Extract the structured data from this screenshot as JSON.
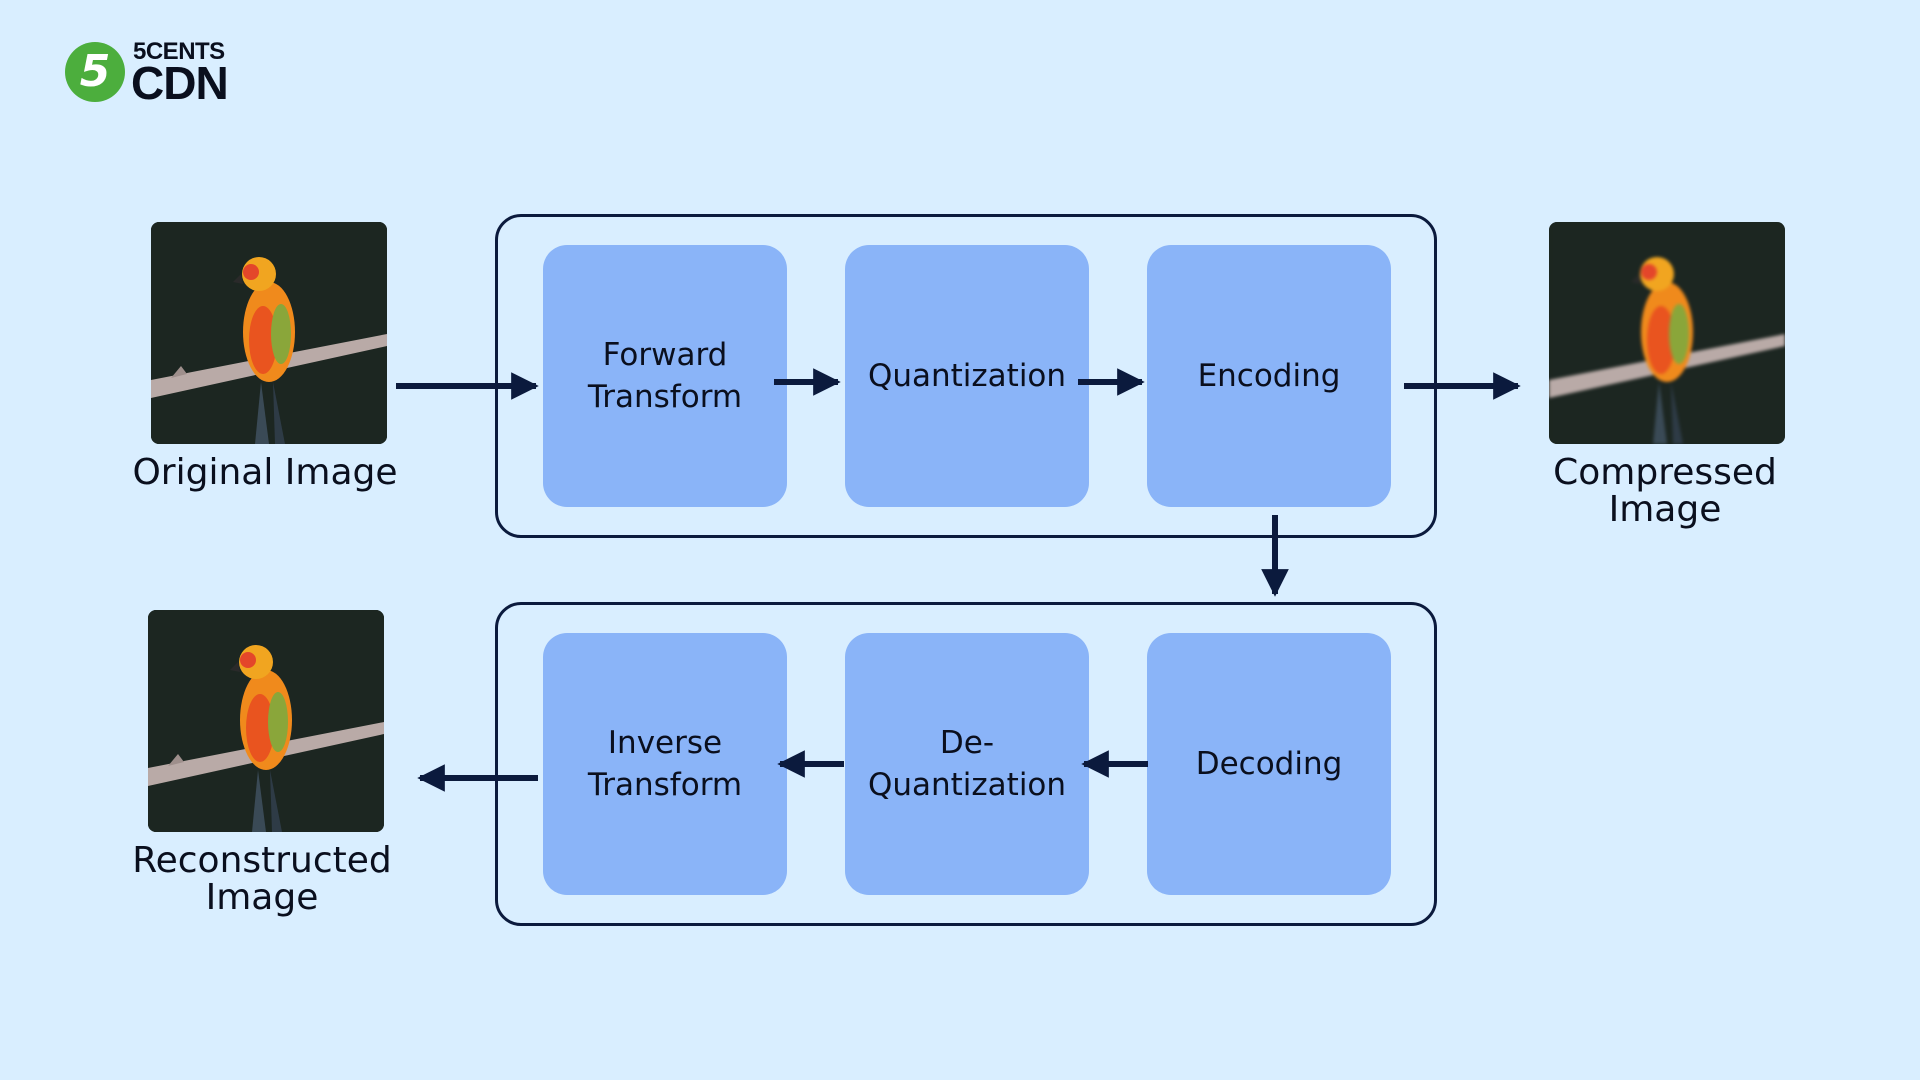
{
  "logo": {
    "badge": "5",
    "top": "5CENTS",
    "bottom": "CDN",
    "colors": {
      "badge": "#4cae3d",
      "text": "#0a0f1e"
    }
  },
  "images": {
    "original": "Original Image",
    "compressed": "Compressed Image",
    "reconstructed": "Reconstructed Image"
  },
  "compression": {
    "steps": [
      "Forward Transform",
      "Quantization",
      "Encoding"
    ]
  },
  "decompression": {
    "steps": [
      "Inverse Transform",
      "De-Quantization",
      "Decoding"
    ]
  },
  "colors": {
    "background": "#d9eeff",
    "step_fill": "#8ab4f8",
    "outline": "#0b1a3d",
    "arrow": "#0b1a3d"
  },
  "icons": [
    "parrot-photo",
    "arrow-right-icon",
    "arrow-left-icon",
    "arrow-down-icon"
  ]
}
